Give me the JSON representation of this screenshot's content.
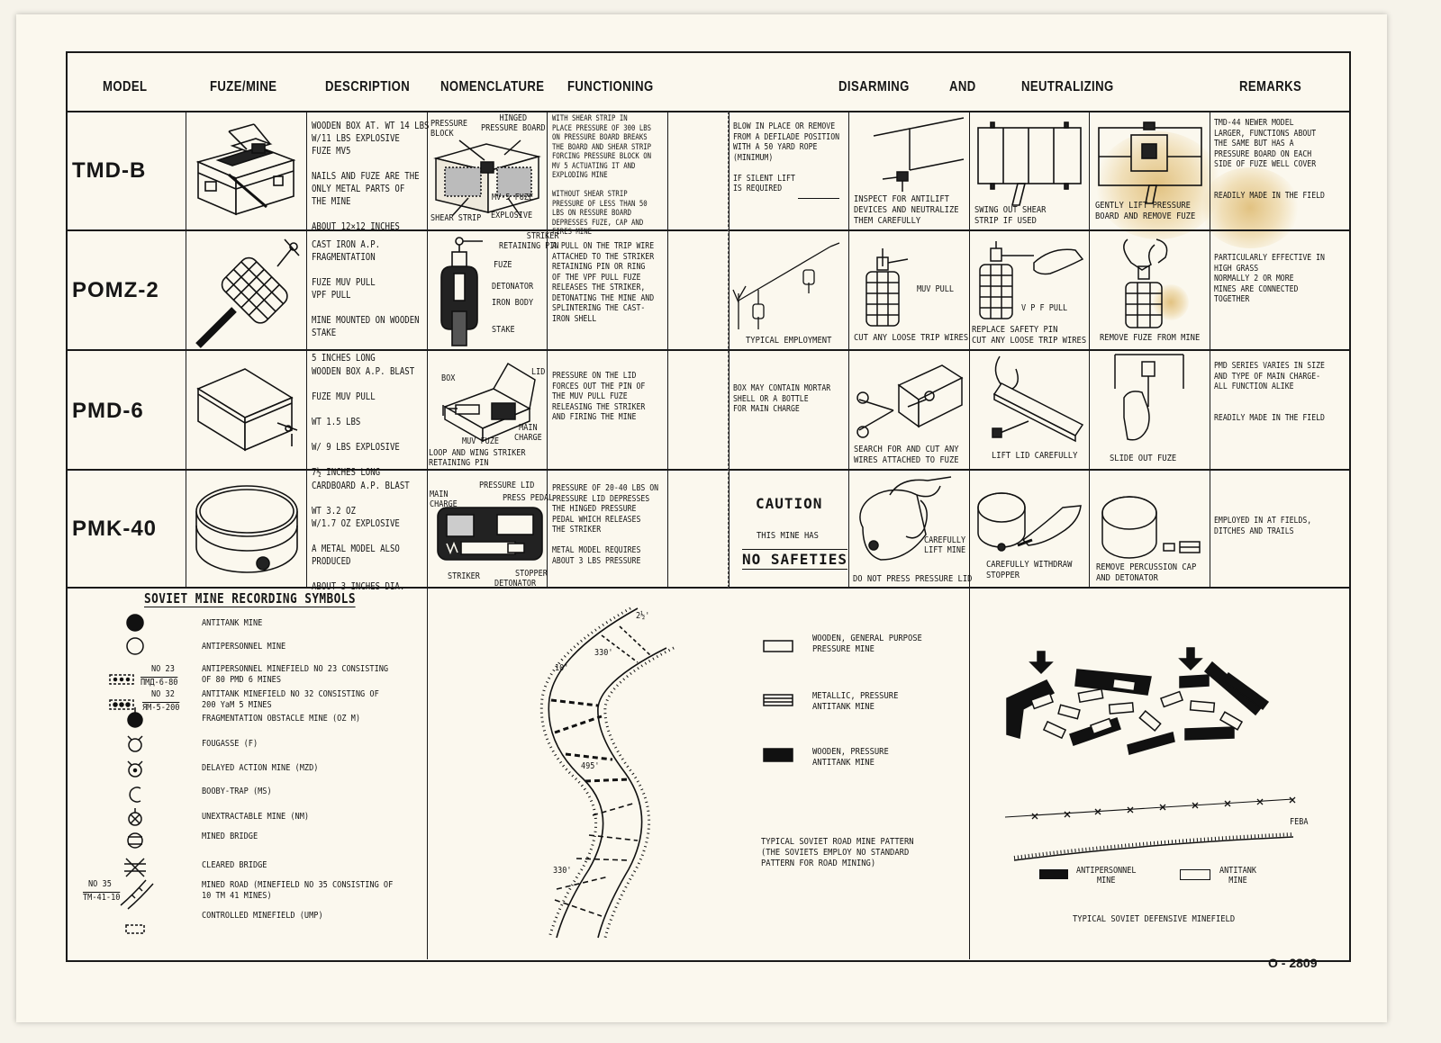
{
  "headers": {
    "model": "MODEL",
    "fuze_mine": "FUZE/MINE",
    "description": "DESCRIPTION",
    "nomenclature": "NOMENCLATURE",
    "functioning": "FUNCTIONING",
    "disarming": "DISARMING",
    "and": "AND",
    "neutralizing": "NEUTRALIZING",
    "remarks": "REMARKS"
  },
  "rows": [
    {
      "model": "TMD-B",
      "description": "WOODEN BOX AT. WT 14 LBS\nW/11 LBS EXPLOSIVE\nFUZE MV5\n\nNAILS AND FUZE ARE THE\nONLY METAL PARTS OF\nTHE MINE\n\n      ABOUT 12×12 INCHES",
      "nomenclature_labels": {
        "pressure_block": "PRESSURE\nBLOCK",
        "hinged_board": "HINGED\nPRESSURE BOARD",
        "fuze": "MV-5 FUZE",
        "shear_strip": "SHEAR STRIP",
        "explosive": "EXPLOSIVE"
      },
      "functioning": "WITH   SHEAR STRIP IN\nPLACE PRESSURE OF 300 LBS\nON PRESSURE BOARD BREAKS\nTHE BOARD AND SHEAR STRIP\nFORCING PRESSURE BLOCK ON\nMV 5 ACTUATING IT AND\nEXPLODING MINE\n\nWITHOUT   SHEAR STRIP\nPRESSURE OF LESS THAN 50\nLBS ON  RESSURE BOARD\nDEPRESSES FUZE, CAP AND\nFIRES MINE",
      "disarm_text": "BLOW IN PLACE OR REMOVE\nFROM A DEFILADE POSITION\nWITH A 50 YARD ROPE\n(MINIMUM)\n\n  IF SILENT LIFT\n  IS REQUIRED",
      "step1": "INSPECT FOR ANTILIFT\nDEVICES AND NEUTRALIZE\nTHEM CAREFULLY",
      "step2": "SWING OUT SHEAR\nSTRIP IF USED",
      "step3": "GENTLY LIFT PRESSURE\nBOARD AND REMOVE FUZE",
      "remarks": "TMD-44 NEWER MODEL\nLARGER, FUNCTIONS ABOUT\nTHE SAME BUT HAS A\nPRESSURE BOARD ON EACH\nSIDE OF FUZE WELL COVER\n\n\nREADILY MADE IN THE FIELD"
    },
    {
      "model": "POMZ-2",
      "description": "CAST IRON A.P.\nFRAGMENTATION\n\nFUZE MUV PULL\n       VPF PULL\n\nMINE MOUNTED ON WOODEN\nSTAKE\n\n      5 INCHES LONG",
      "nomenclature_labels": {
        "striker": "STRIKER\nRETAINING PIN",
        "fuze": "FUZE",
        "detonator": "DETONATOR",
        "iron_body": "IRON BODY",
        "stake": "STAKE"
      },
      "functioning": "A PULL ON THE TRIP WIRE\nATTACHED TO THE STRIKER\nRETAINING PIN OR RING\nOF THE VPF PULL FUZE\nRELEASES THE STRIKER,\nDETONATING THE MINE AND\nSPLINTERING THE CAST-\nIRON SHELL",
      "disarm_text": "TYPICAL EMPLOYMENT",
      "step1_label": "MUV PULL",
      "step1": "CUT ANY LOOSE TRIP WIRES",
      "step2_label": "V P F  PULL",
      "step2": "REPLACE SAFETY PIN\nCUT ANY LOOSE TRIP WIRES",
      "step3": "REMOVE FUZE FROM MINE",
      "remarks": "PARTICULARLY EFFECTIVE IN\nHIGH GRASS\nNORMALLY 2 OR MORE\nMINES ARE CONNECTED\nTOGETHER"
    },
    {
      "model": "PMD-6",
      "description": "WOODEN BOX A.P. BLAST\n\nFUZE MUV PULL\n\nWT 1.5 LBS\n\nW/ 9 LBS EXPLOSIVE\n\n       7½ INCHES LONG",
      "nomenclature_labels": {
        "box": "BOX",
        "lid": "LID",
        "main_charge": "MAIN\nCHARGE",
        "muv_fuze": "MUV FUZE",
        "loop": "LOOP AND WING STRIKER\nRETAINING PIN"
      },
      "functioning": "PRESSURE ON THE LID\nFORCES OUT THE PIN OF\nTHE MUV PULL FUZE\nRELEASING THE STRIKER\nAND FIRING THE MINE",
      "disarm_text": "BOX MAY CONTAIN MORTAR\nSHELL OR A BOTTLE\nFOR MAIN CHARGE",
      "step1": "SEARCH FOR AND CUT ANY\nWIRES ATTACHED TO FUZE",
      "step2": "LIFT LID CAREFULLY",
      "step3": "SLIDE OUT FUZE",
      "remarks": "PMD SERIES VARIES IN SIZE\nAND TYPE OF MAIN CHARGE-\nALL FUNCTION ALIKE\n\n\nREADILY MADE IN THE FIELD"
    },
    {
      "model": "PMK-40",
      "description": "CARDBOARD A.P. BLAST\n\nWT 3.2 OZ\nW/1.7 OZ EXPLOSIVE\n\nA METAL MODEL ALSO\nPRODUCED\n\n     ABOUT 3 INCHES DIA.",
      "nomenclature_labels": {
        "pressure_lid": "PRESSURE LID",
        "main_charge": "MAIN\nCHARGE",
        "press_pedal": "PRESS PEDAL",
        "striker": "STRIKER",
        "stopper": "STOPPER",
        "detonator": "DETONATOR"
      },
      "functioning": "PRESSURE OF 20-40 LBS ON\nPRESSURE LID DEPRESSES\nTHE HINGED PRESSURE\nPEDAL WHICH RELEASES\nTHE STRIKER\n\nMETAL MODEL REQUIRES\nABOUT 3 LBS PRESSURE",
      "caution": "CAUTION",
      "caution_sub": "THIS MINE HAS",
      "no_safeties": "NO SAFETIES",
      "step1_label": "CAREFULLY\nLIFT MINE",
      "step1": "DO NOT PRESS PRESSURE LID",
      "step2": "CAREFULLY WITHDRAW\nSTOPPER",
      "step3": "REMOVE PERCUSSION CAP\nAND DETONATOR",
      "remarks": "EMPLOYED IN AT FIELDS,\nDITCHES AND TRAILS"
    }
  ],
  "symbols": {
    "title": "SOVIET MINE RECORDING SYMBOLS",
    "items": [
      {
        "icon": "filled-circle-icon",
        "label": "ANTITANK MINE"
      },
      {
        "icon": "open-circle-icon",
        "label": "ANTIPERSONNEL MINE"
      },
      {
        "icon": "ap-minefield-icon",
        "code_top": "NO 23",
        "code_bottom": "ПМД-6-80",
        "label": "ANTIPERSONNEL MINEFIELD NO 23 CONSISTING\nOF 80 PMD 6  MINES"
      },
      {
        "icon": "at-minefield-icon",
        "code_top": "NO 32",
        "code_bottom": "ЯМ-5-200",
        "label": "ANTITANK MINEFIELD NO 32 CONSISTING OF\n200 YaM 5 MINES"
      },
      {
        "icon": "fragmentation-icon",
        "label": "FRAGMENTATION OBSTACLE MINE (OZ M)"
      },
      {
        "icon": "fougasse-icon",
        "label": "FOUGASSE  (F)"
      },
      {
        "icon": "delayed-action-icon",
        "label": "DELAYED ACTION MINE (MZD)"
      },
      {
        "icon": "booby-trap-icon",
        "label": "BOOBY-TRAP (MS)"
      },
      {
        "icon": "unextractable-icon",
        "label": "UNEXTRACTABLE MINE (NM)"
      },
      {
        "icon": "mined-bridge-icon",
        "label": "MINED BRIDGE"
      },
      {
        "icon": "cleared-bridge-icon",
        "label": "CLEARED BRIDGE"
      },
      {
        "icon": "mined-road-icon",
        "code_top": "NO 35",
        "code_bottom": "TM-41-10",
        "label": "MINED ROAD (MINEFIELD NO 35 CONSISTING OF\n10 TM 41 MINES)"
      },
      {
        "icon": "controlled-minefield-icon",
        "label": "CONTROLLED MINEFIELD (UMP)"
      }
    ]
  },
  "road": {
    "dims": [
      "2½'",
      "330'",
      "10'",
      "495'",
      "330'"
    ],
    "legend": [
      {
        "icon": "wooden-general-icon",
        "label": "WOODEN, GENERAL PURPOSE\nPRESSURE MINE"
      },
      {
        "icon": "metallic-pressure-icon",
        "label": "METALLIC, PRESSURE\nANTITANK MINE"
      },
      {
        "icon": "wooden-pressure-icon",
        "label": "WOODEN, PRESSURE\nANTITANK MINE"
      }
    ],
    "caption": "TYPICAL SOVIET ROAD MINE PATTERN\n(THE SOVIETS EMPLOY NO STANDARD\nPATTERN FOR ROAD MINING)"
  },
  "defensive": {
    "feba": "FEBA",
    "ap_label": "ANTIPERSONNEL\nMINE",
    "at_label": "ANTITANK\nMINE",
    "caption": "TYPICAL SOVIET DEFENSIVE MINEFIELD"
  },
  "form_number": "O - 2809"
}
